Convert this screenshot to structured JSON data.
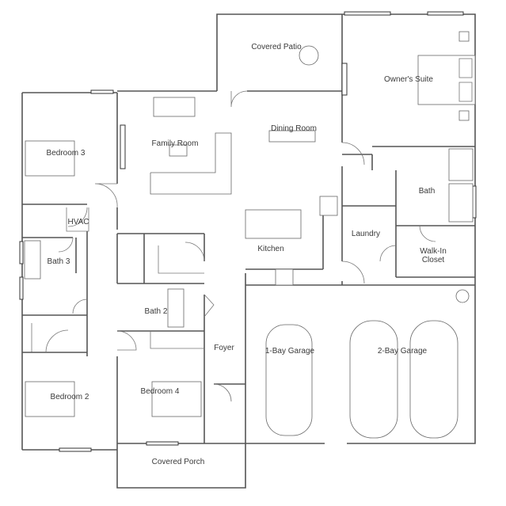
{
  "rooms": {
    "covered_patio": "Covered Patio",
    "owners_suite": "Owner's Suite",
    "dining_room": "Dining Room",
    "family_room": "Family Room",
    "bedroom_3": "Bedroom 3",
    "hvac": "HVAC",
    "bath_3": "Bath 3",
    "kitchen": "Kitchen",
    "bath": "Bath",
    "laundry": "Laundry",
    "walk_in_closet_line1": "Walk-In",
    "walk_in_closet_line2": "Closet",
    "bath_2": "Bath 2",
    "foyer": "Foyer",
    "garage_1bay": "1-Bay Garage",
    "garage_2bay": "2-Bay Garage",
    "bedroom_2": "Bedroom 2",
    "bedroom_4": "Bedroom 4",
    "covered_porch": "Covered Porch"
  }
}
